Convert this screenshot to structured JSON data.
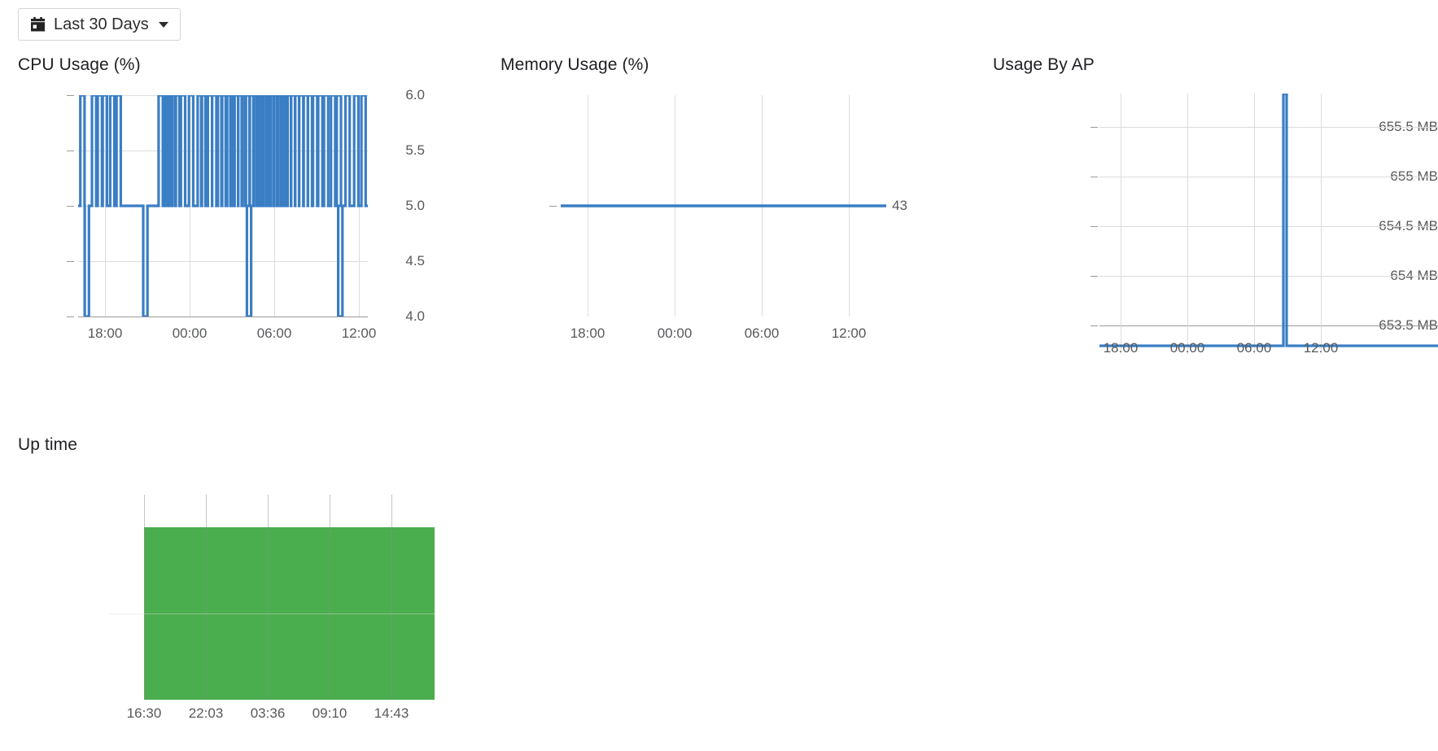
{
  "toolbar": {
    "date_range_label": "Last 30 Days",
    "calendar_icon": "calendar-icon",
    "caret_icon": "chevron-down-icon"
  },
  "colors": {
    "line_blue": "#3a7ec4",
    "uptime_green": "#4aae4f",
    "grid": "#dcdcdc",
    "axis": "#9a9a9a",
    "text": "#58595b",
    "title": "#202124"
  },
  "charts": [
    {
      "id": "cpu-usage",
      "title": "CPU Usage (%)",
      "chart_data": {
        "type": "line",
        "title": "CPU Usage (%)",
        "xlabel": "",
        "ylabel": "",
        "ylim": [
          4.0,
          6.0
        ],
        "yticks": [
          "6.0",
          "5.5",
          "5.0",
          "4.5",
          "4.0"
        ],
        "ytick_values": [
          6.0,
          5.5,
          5.0,
          4.5,
          4.0
        ],
        "xticks": [
          "18:00",
          "00:00",
          "06:00",
          "12:00"
        ],
        "grid": true,
        "legend": "none",
        "series": [
          {
            "name": "CPU Usage",
            "color": "#3a7ec4",
            "description": "Square-wave toggling between 5.0 and 6.0 with occasional drops to 4.0",
            "baseline": 5.0,
            "high": 6.0,
            "low": 4.0,
            "high_pulses": [
              0.015,
              0.055,
              0.075,
              0.092,
              0.118,
              0.14,
              0.285,
              0.3,
              0.308,
              0.318,
              0.33,
              0.342,
              0.362,
              0.39,
              0.42,
              0.432,
              0.455,
              0.47,
              0.49,
              0.502,
              0.522,
              0.533,
              0.545,
              0.56,
              0.572,
              0.584,
              0.6,
              0.612,
              0.624,
              0.634,
              0.647,
              0.658,
              0.67,
              0.682,
              0.694,
              0.706,
              0.716,
              0.728,
              0.742,
              0.756,
              0.77,
              0.786,
              0.8,
              0.818,
              0.836,
              0.856,
              0.88,
              0.9,
              0.93,
              0.96,
              0.985
            ],
            "low_pulses": [
              0.03,
              0.232,
              0.59,
              0.905
            ]
          }
        ]
      }
    },
    {
      "id": "memory-usage",
      "title": "Memory Usage (%)",
      "chart_data": {
        "type": "line",
        "title": "Memory Usage (%)",
        "xlabel": "",
        "ylabel": "",
        "yticks": [
          "43"
        ],
        "ytick_values": [
          43
        ],
        "xticks": [
          "18:00",
          "00:00",
          "06:00",
          "12:00"
        ],
        "grid": true,
        "legend": "none",
        "series": [
          {
            "name": "Memory Usage",
            "color": "#3a7ec4",
            "description": "Constant flat line",
            "constant_value": 43
          }
        ]
      }
    },
    {
      "id": "usage-by-ap",
      "title": "Usage By AP",
      "chart_data": {
        "type": "line",
        "title": "Usage By AP",
        "xlabel": "",
        "ylabel": "",
        "yticks": [
          "655.5 MB",
          "655 MB",
          "654.5 MB",
          "654 MB",
          "653.5 MB"
        ],
        "ytick_values": [
          655.5,
          655,
          654.5,
          654,
          653.5
        ],
        "xticks": [
          "18:00",
          "00:00",
          "06:00",
          "12:00"
        ],
        "grid": true,
        "legend": "none",
        "series": [
          {
            "name": "Usage By AP",
            "color": "#3a7ec4",
            "description": "Flat baseline near 653.3 MB with a single tall spike just after 09:00",
            "baseline": 653.3,
            "spike_value": 656.0,
            "spike_x": 0.72
          }
        ]
      }
    },
    {
      "id": "up-time",
      "title": "Up time",
      "chart_data": {
        "type": "area",
        "title": "Up time",
        "xlabel": "",
        "ylabel": "",
        "yticks": [],
        "xticks": [
          "16:30",
          "22:03",
          "03:36",
          "09:10",
          "14:43"
        ],
        "grid": true,
        "legend": "none",
        "series": [
          {
            "name": "Up time",
            "color": "#4aae4f",
            "description": "Fully filled green area spanning the whole time range at 100%",
            "value": 1
          }
        ]
      }
    }
  ]
}
